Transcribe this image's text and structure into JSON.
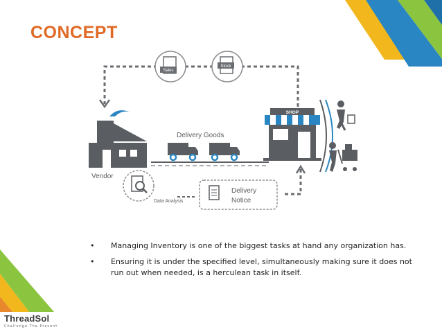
{
  "slide": {
    "title": "CONCEPT",
    "bullets": [
      "Managing Inventory is one of the biggest tasks at hand any organization has.",
      "Ensuring it is under the specified level, simultaneously making sure it does not run out when needed, is a herculean task in itself."
    ],
    "bullet_marker": "•"
  },
  "diagram": {
    "sales_label": "Sales",
    "stock_label": "Stock",
    "shop_label": "SHOP",
    "delivery_goods_label": "Delivery Goods",
    "vendor_label": "Vendor",
    "data_analysis_label": "Data Analysis",
    "delivery_notice_line1": "Delivery",
    "delivery_notice_line2": "Notice"
  },
  "logo": {
    "name": "ThreadSol",
    "tagline": "Challenge The Present"
  },
  "colors": {
    "title": "#e06a25",
    "accent_blue": "#2a86c2",
    "accent_green": "#8bc43f",
    "accent_yellow": "#f2b71d",
    "accent_orange": "#e8872c",
    "diagram_gray": "#5a5d61",
    "delivery_blue": "#2a86c2"
  }
}
